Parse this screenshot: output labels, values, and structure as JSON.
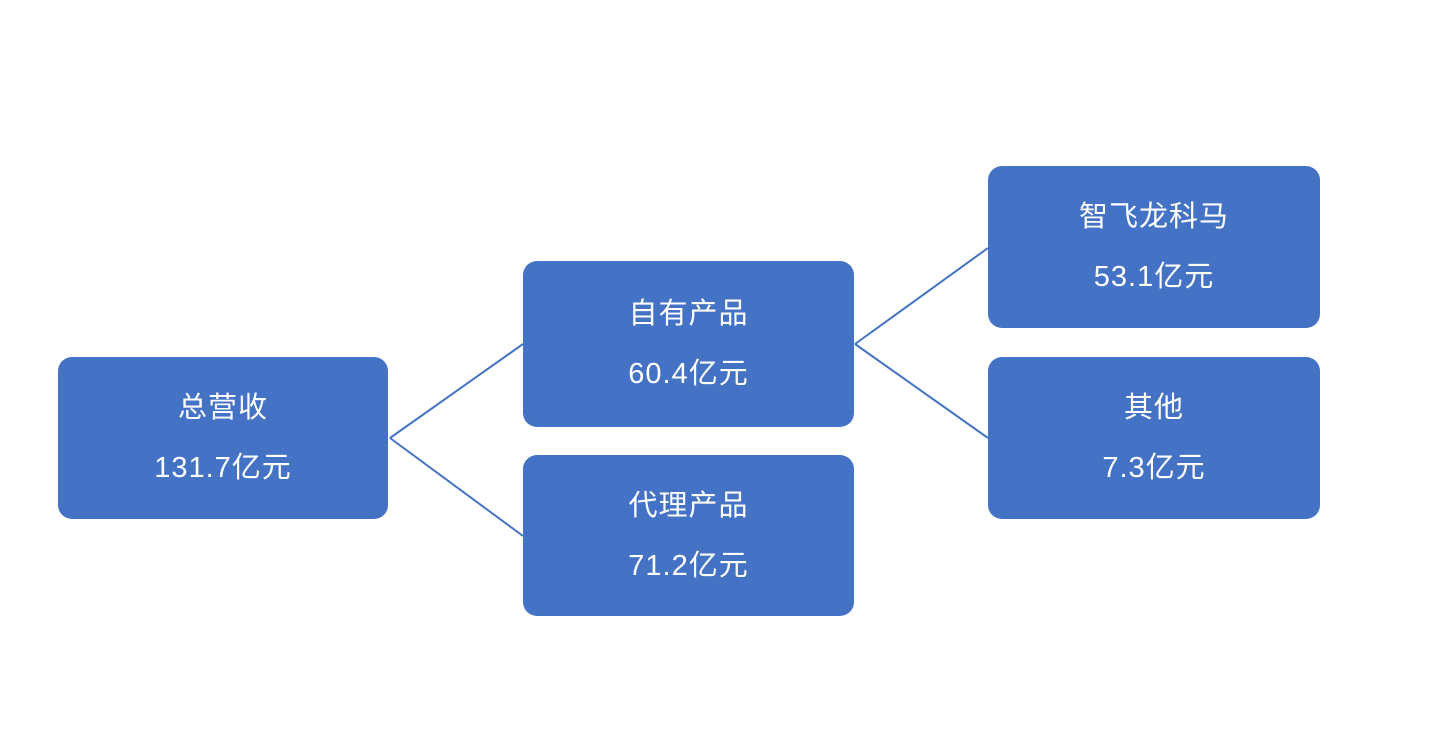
{
  "diagram": {
    "type": "tree-breakdown",
    "nodes": [
      {
        "id": "total",
        "label": "总营收",
        "value": "131.7亿元"
      },
      {
        "id": "own-products",
        "label": "自有产品",
        "value": "60.4亿元"
      },
      {
        "id": "agency-products",
        "label": "代理产品",
        "value": "71.2亿元"
      },
      {
        "id": "zhifei-longkema",
        "label": "智飞龙科马",
        "value": "53.1亿元"
      },
      {
        "id": "other",
        "label": "其他",
        "value": "7.3亿元"
      }
    ],
    "edges": [
      {
        "from": "total",
        "to": "own-products"
      },
      {
        "from": "total",
        "to": "agency-products"
      },
      {
        "from": "own-products",
        "to": "zhifei-longkema"
      },
      {
        "from": "own-products",
        "to": "other"
      }
    ],
    "colors": {
      "node_fill": "#4472C4",
      "node_text": "#FFFFFF",
      "connector": "#4472C4",
      "background": "#FFFFFF"
    }
  }
}
